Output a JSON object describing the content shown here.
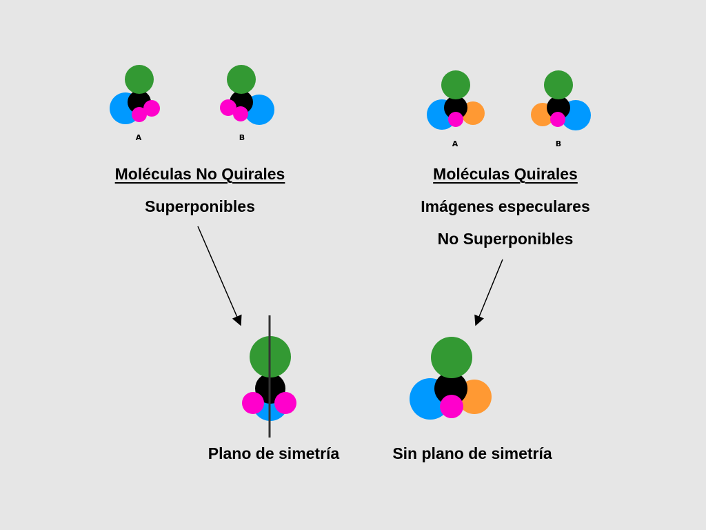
{
  "colors": {
    "background": "#e6e6e6",
    "green": "#339933",
    "blue": "#0099ff",
    "black": "#000000",
    "magenta": "#ff00cc",
    "orange": "#ff9933"
  },
  "left": {
    "heading": "Moléculas No Quirales",
    "subheading": "Superponibles",
    "label_a": "A",
    "label_b": "B"
  },
  "right": {
    "heading": "Moléculas Quirales",
    "subheading_1": "Imágenes especulares",
    "subheading_2": "No Superponibles",
    "label_a": "A",
    "label_b": "B"
  },
  "bottom": {
    "left_caption": "Plano de simetría",
    "right_caption": "Sin plano de simetría"
  }
}
